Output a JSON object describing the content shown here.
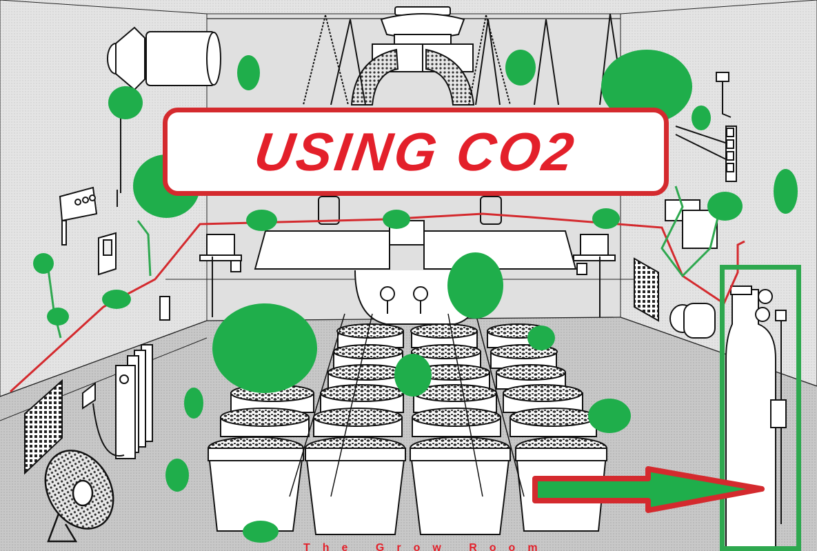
{
  "illustration": {
    "subject": "Grow room equipped with a CO2 enrichment system",
    "banner": {
      "text": "USING CO2",
      "text_color": "#e3202a",
      "border_color": "#d42a2e",
      "background": "#ffffff"
    },
    "footer_caption_partial": "The Grow Room",
    "annotation_color": "#1fae4b",
    "arrow": {
      "direction": "right",
      "fill": "#1fae4b",
      "outline": "#d42a2e",
      "points_to": "co2-tank"
    },
    "tank_highlight": {
      "color": "#2ea84f",
      "label": "CO2 tank with regulator"
    },
    "gauges": [
      "gauge-left",
      "gauge-right"
    ],
    "objects": [
      "inline-duct-fan",
      "carbon-filter-fan",
      "flexible-ducting",
      "hanging-lights",
      "reflector-hoods",
      "co2-tank",
      "co2-regulator",
      "wall-controller",
      "thermostat",
      "power-strip",
      "oil-radiator-heater",
      "floor-fan",
      "air-vent-left",
      "air-vent-right",
      "extraction-fan-right",
      "plant-buckets",
      "wall-sockets"
    ],
    "bucket_grid": {
      "columns": 4,
      "rows": 6
    }
  }
}
